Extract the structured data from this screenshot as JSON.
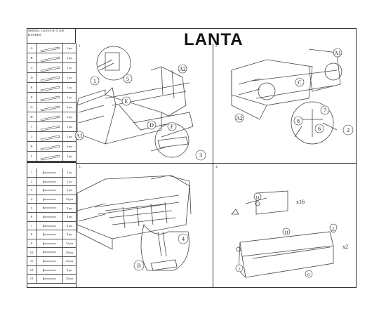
{
  "title": "LANTA",
  "model": {
    "line1": "MODEL: LANTA 90 X 200",
    "line2": "DAYBED"
  },
  "parts_panels": [
    {
      "letter": "A",
      "qty": "2 pcs"
    },
    {
      "letter": "B",
      "qty": "2 pcs"
    },
    {
      "letter": "C",
      "qty": "1 pc"
    },
    {
      "letter": "D",
      "qty": "1 pc"
    },
    {
      "letter": "E",
      "qty": "1 pc"
    },
    {
      "letter": "F",
      "qty": "1 pc"
    },
    {
      "letter": "G",
      "qty": "2 pcs"
    },
    {
      "letter": "H",
      "qty": "2 pcs"
    },
    {
      "letter": "I",
      "qty": "2 pcs"
    },
    {
      "letter": "J",
      "qty": "2 pcs"
    },
    {
      "letter": "K",
      "qty": "6 pcs"
    },
    {
      "letter": "L",
      "qty": "2 pcs"
    }
  ],
  "parts_hardware": [
    {
      "num": "1",
      "qty": "1 pc"
    },
    {
      "num": "2",
      "qty": "1 pc"
    },
    {
      "num": "3",
      "qty": "2 pcs"
    },
    {
      "num": "4",
      "qty": "12 pcs"
    },
    {
      "num": "5",
      "qty": "8 pcs"
    },
    {
      "num": "6",
      "qty": "8 pcs"
    },
    {
      "num": "7",
      "qty": "8 pcs"
    },
    {
      "num": "8",
      "qty": "8 pcs"
    },
    {
      "num": "9",
      "qty": "12 pcs"
    },
    {
      "num": "10",
      "qty": "20 pcs"
    },
    {
      "num": "11",
      "qty": "12 pcs"
    },
    {
      "num": "12",
      "qty": "8 pcs"
    },
    {
      "num": "13",
      "qty": "32 pcs"
    }
  ],
  "steps": [
    {
      "number": "1.",
      "callouts": [
        "A2",
        "E",
        "A1",
        "D",
        "F",
        "1",
        "5",
        "3"
      ]
    },
    {
      "number": "2.",
      "callouts": [
        "A1",
        "C",
        "A2",
        "7",
        "6",
        "8",
        "2"
      ]
    },
    {
      "number": "3.",
      "callouts": [
        "4",
        "B"
      ]
    },
    {
      "number": "4.",
      "callouts": [
        "11",
        "x16",
        "H",
        "I",
        "I",
        "G",
        "x2"
      ]
    }
  ]
}
